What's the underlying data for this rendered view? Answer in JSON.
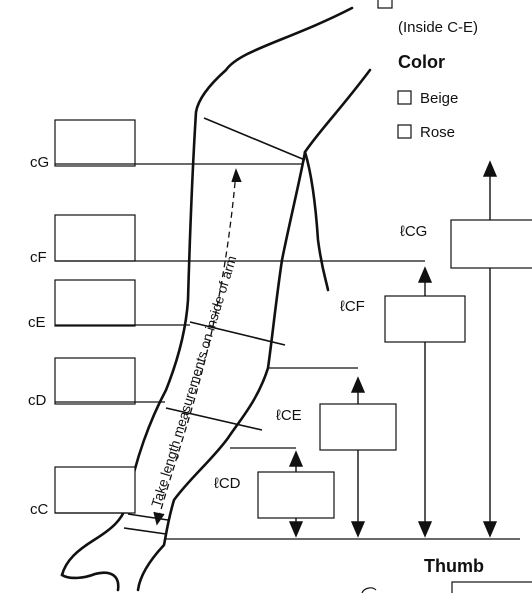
{
  "options": {
    "partial_label": "(Inside C-E)",
    "color_heading": "Color",
    "color_options": [
      "Beige",
      "Rose"
    ]
  },
  "circumference_labels": [
    "cG",
    "cF",
    "cE",
    "cD",
    "cC"
  ],
  "length_labels": [
    "ℓCG",
    "ℓCF",
    "ℓCE",
    "ℓCD"
  ],
  "instruction": "Take length measurements on inside of arm",
  "thumb_heading": "Thumb",
  "icons": [
    "checkbox",
    "arrow-up",
    "arrow-down",
    "dashed-double-arrow"
  ]
}
